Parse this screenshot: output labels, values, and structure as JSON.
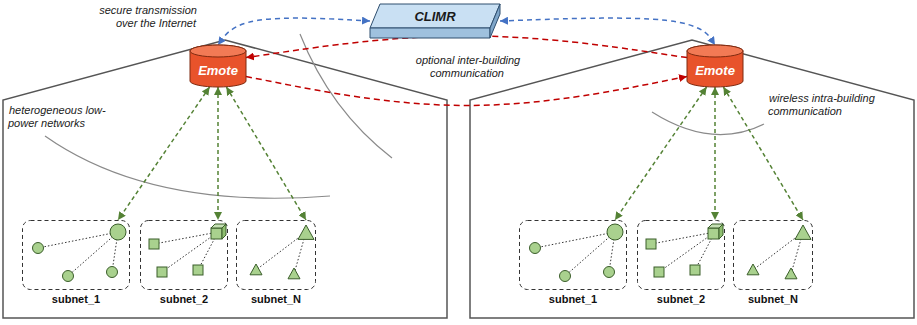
{
  "diagram": {
    "nodes": [
      {
        "text": [
          "CLIMR"
        ]
      },
      {
        "text": [
          "Emote"
        ]
      },
      {
        "text": [
          "Emote"
        ]
      },
      {
        "text": [
          "subnet_1"
        ]
      },
      {
        "text": [
          "subnet_2"
        ]
      },
      {
        "text": [
          "subnet_N"
        ]
      },
      {
        "text": [
          "subnet_1"
        ]
      },
      {
        "text": [
          "subnet_2"
        ]
      },
      {
        "text": [
          "subnet_N"
        ]
      }
    ],
    "edges": [
      {
        "from": 0,
        "to": 1,
        "arrow": "both"
      },
      {
        "from": 0,
        "to": 2,
        "arrow": "both"
      },
      {
        "from": 2,
        "to": 1,
        "arrow": "to"
      },
      {
        "from": 1,
        "to": 2,
        "arrow": "to"
      },
      {
        "from": 1,
        "to": 3,
        "arrow": "both"
      },
      {
        "from": 1,
        "to": 4,
        "arrow": "both"
      },
      {
        "from": 1,
        "to": 5,
        "arrow": "both"
      },
      {
        "from": 2,
        "to": 6,
        "arrow": "both"
      },
      {
        "from": 2,
        "to": 7,
        "arrow": "both"
      },
      {
        "from": 2,
        "to": 8,
        "arrow": "both"
      }
    ],
    "labels": [
      "secure transmission over the Internet",
      "heterogeneous low-power networks",
      "optional inter-building communication",
      "wireless intra-building communication"
    ]
  }
}
